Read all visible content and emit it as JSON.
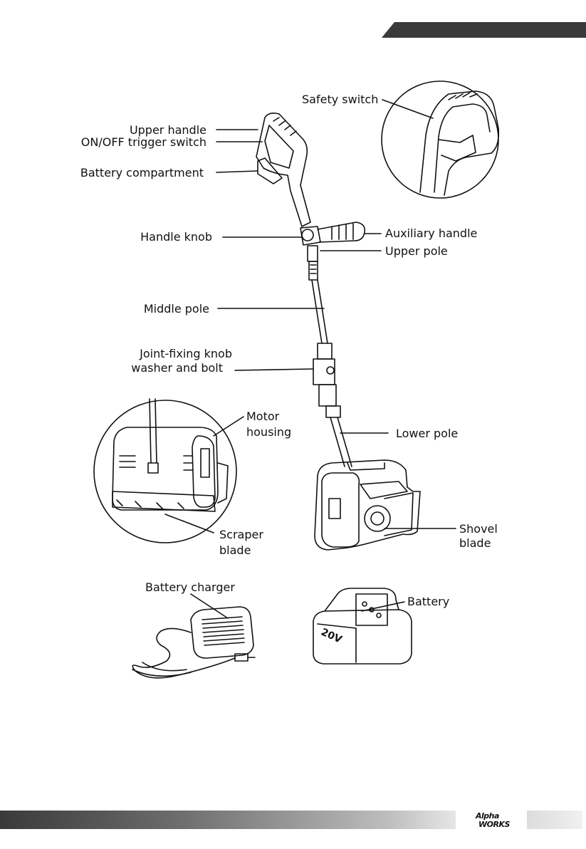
{
  "labels": {
    "safety_switch": "Safety switch",
    "upper_handle": "Upper handle",
    "trigger_switch": "ON/OFF trigger switch",
    "battery_compartment": "Battery compartment",
    "handle_knob": "Handle knob",
    "auxiliary_handle": "Auxiliary handle",
    "upper_pole": "Upper pole",
    "middle_pole": "Middle pole",
    "joint_knob_line1": "Joint-fixing knob",
    "joint_knob_line2": "washer and bolt",
    "motor_housing_line1": "Motor",
    "motor_housing_line2": "housing",
    "lower_pole": "Lower pole",
    "scraper_line1": "Scraper",
    "scraper_line2": "blade",
    "shovel_line1": "Shovel",
    "shovel_line2": "blade",
    "battery_charger": "Battery charger",
    "battery": "Battery"
  },
  "battery_marking": "20V",
  "brand": {
    "line1": "Alpha",
    "line2": "WORKS"
  },
  "colors": {
    "line": "#111111",
    "tab": "#3a3a3a"
  }
}
